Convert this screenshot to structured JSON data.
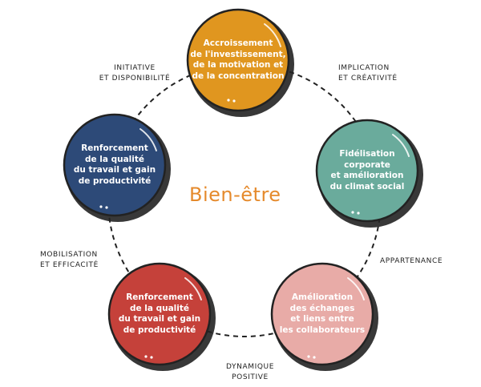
{
  "center": {
    "title": "Bien-être",
    "color": "#e58a2c"
  },
  "nodes": [
    {
      "id": "top",
      "text": "Accroissement\nde l'investissement,\nde la motivation et\nde la concentration",
      "color": "#e0961f"
    },
    {
      "id": "right",
      "text": "Fidélisation\ncorporate\net amélioration\ndu climat social",
      "color": "#6aab9c"
    },
    {
      "id": "bottom-right",
      "text": "Amélioration\ndes échanges\net liens entre\nles collaborateurs",
      "color": "#e8aba7"
    },
    {
      "id": "bottom-left",
      "text": "Renforcement\nde la qualité\ndu travail et gain\nde productivité",
      "color": "#c5413a"
    },
    {
      "id": "left",
      "text": "Renforcement\nde la qualité\ndu travail et gain\nde productivité",
      "color": "#2d4a78"
    }
  ],
  "edges": [
    {
      "id": "top-right",
      "text": "IMPLICATION\nET CRÉATIVITÉ"
    },
    {
      "id": "right-bottom",
      "text": "APPARTENANCE"
    },
    {
      "id": "bottom",
      "text": "DYNAMIQUE\nPOSITIVE"
    },
    {
      "id": "left-bottom",
      "text": "MOBILISATION\nET EFFICACITÉ"
    },
    {
      "id": "top-left",
      "text": "INITIATIVE\nET DISPONIBILITÉ"
    }
  ],
  "outline_color": "#222222"
}
